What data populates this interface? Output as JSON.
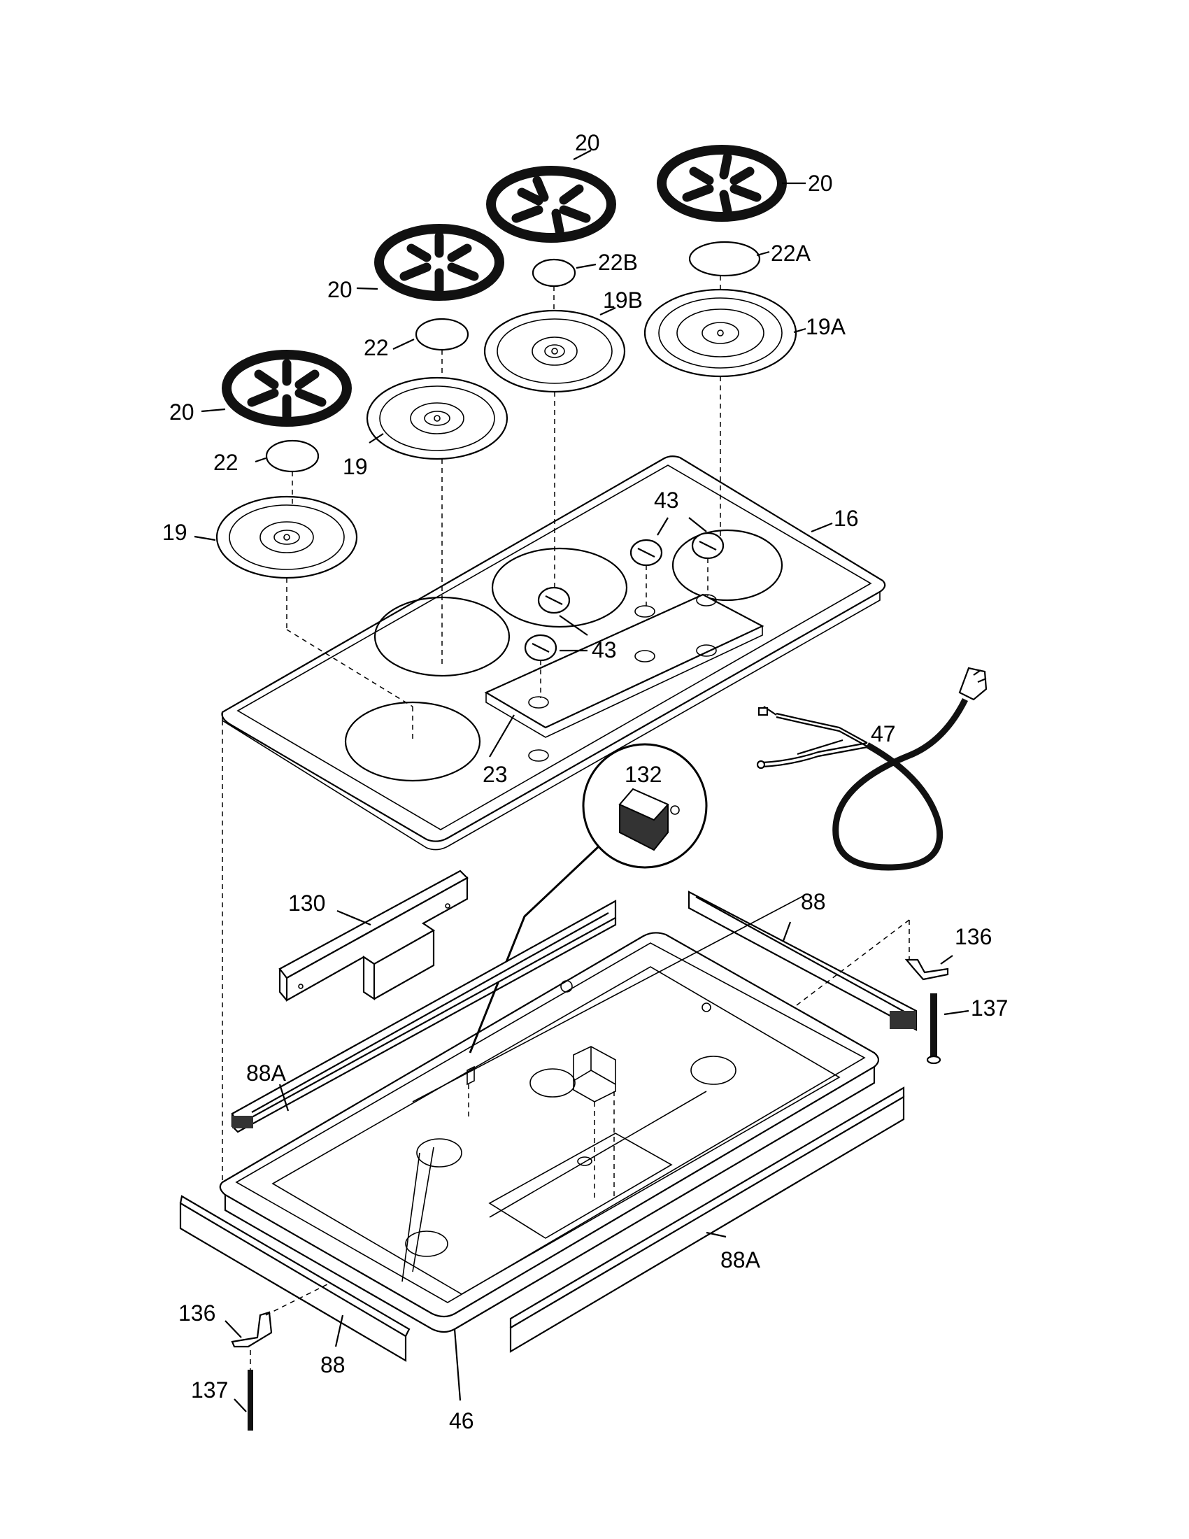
{
  "labels": {
    "grate_front_left": "20",
    "grate_rear_left": "20",
    "grate_center": "20",
    "grate_right": "20",
    "cap_center": "22B",
    "cap_right": "22A",
    "cap_rear_left": "22",
    "cap_front_left": "22",
    "head_center": "19B",
    "head_right": "19A",
    "head_rear_left": "19",
    "head_front_left": "19",
    "cooktop": "16",
    "knobs_upper": "43",
    "knobs_lower": "43",
    "control_panel": "23",
    "power_cord": "47",
    "inset_part": "132",
    "bracket_130": "130",
    "trim_rear_right": "88",
    "trim_rear_left": "88A",
    "clip_right": "136",
    "screw_right": "137",
    "trim_front_right": "88A",
    "clip_left": "136",
    "trim_front_left": "88",
    "screw_left": "137",
    "burner_box": "46"
  }
}
